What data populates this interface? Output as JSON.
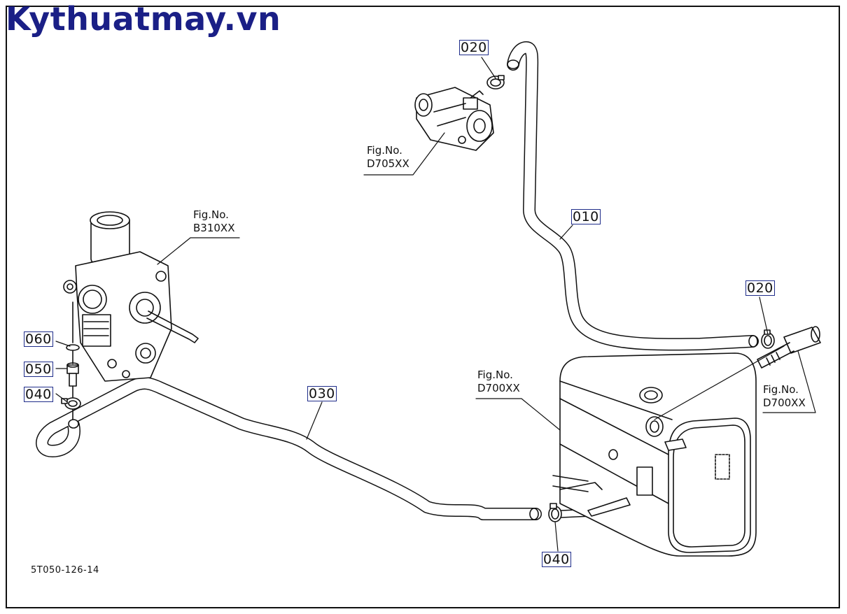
{
  "brand": "Kythuatmay.vn",
  "drawing_code": "5T050-126-14",
  "part_labels": {
    "p020_top": "020",
    "p010": "010",
    "p020_right": "020",
    "p060": "060",
    "p050": "050",
    "p040_left": "040",
    "p030": "030",
    "p040_bottom": "040"
  },
  "figure_refs": {
    "d705": {
      "line1": "Fig.No.",
      "line2": "D705XX"
    },
    "b310": {
      "line1": "Fig.No.",
      "line2": "B310XX"
    },
    "d700_tank": {
      "line1": "Fig.No.",
      "line2": "D700XX"
    },
    "d700_fitting": {
      "line1": "Fig.No.",
      "line2": "D700XX"
    }
  },
  "colors": {
    "brand": "#1a1f86",
    "label_border": "#1f2d8a",
    "line": "#111111"
  }
}
